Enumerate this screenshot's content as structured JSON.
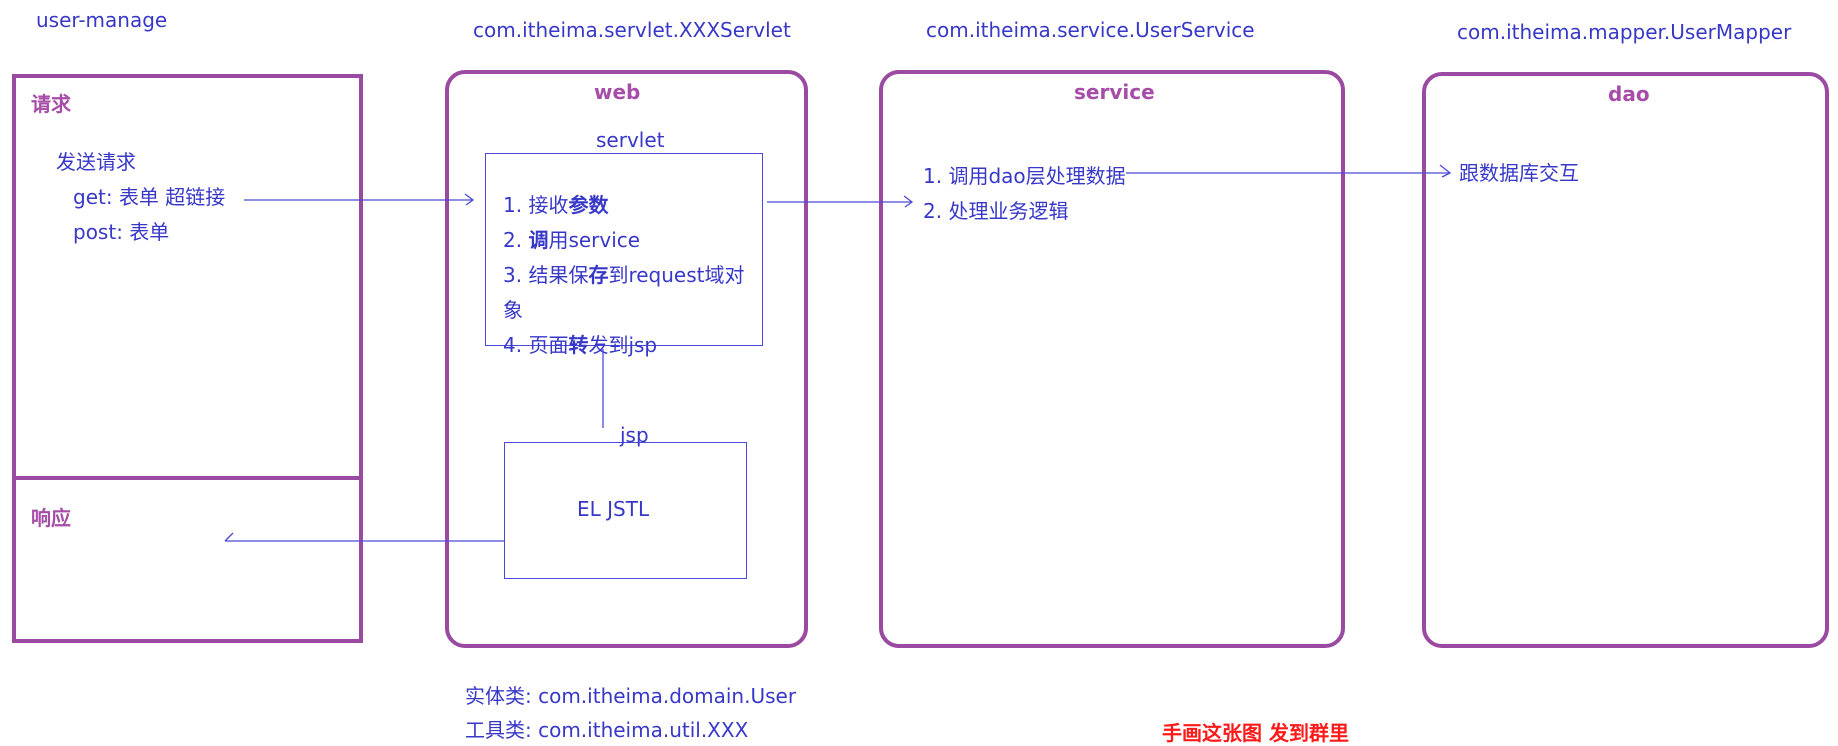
{
  "project": "user-manage",
  "packages": {
    "servlet": "com.itheima.servlet.XXXServlet",
    "service": "com.itheima.service.UserService",
    "mapper": "com.itheima.mapper.UserMapper"
  },
  "client": {
    "request_title": "请求",
    "send_label": "发送请求",
    "get_label": "get: 表单  超链接",
    "post_label": "post: 表单",
    "response_title": "响应"
  },
  "web": {
    "title": "web",
    "servlet_label": "servlet",
    "steps": {
      "s1_pre": "1. 接收",
      "s1_bold": "参数",
      "s2_pre": "2. ",
      "s2_bold": "调",
      "s2_post": "用service",
      "s3_pre": "3. 结果保",
      "s3_bold": "存",
      "s3_post": "到request域对象",
      "s4_pre": "4. 页面",
      "s4_bold": "转",
      "s4_post": "发到jsp"
    },
    "jsp_label": "jsp",
    "jsp_content": "EL  JSTL"
  },
  "service": {
    "title": "service",
    "step1": "1. 调用dao层处理数据",
    "step2": "2. 处理业务逻辑"
  },
  "dao": {
    "title": "dao",
    "note": "跟数据库交互"
  },
  "footer": {
    "entity": "实体类: com.itheima.domain.User",
    "util": "工具类: com.itheima.util.XXX",
    "note": "手画这张图  发到群里"
  },
  "colors": {
    "panel_border": "#9a4aa0",
    "text_blue": "#3838c8",
    "title_purple": "#a64da8",
    "note_red": "#ff1a1a"
  }
}
